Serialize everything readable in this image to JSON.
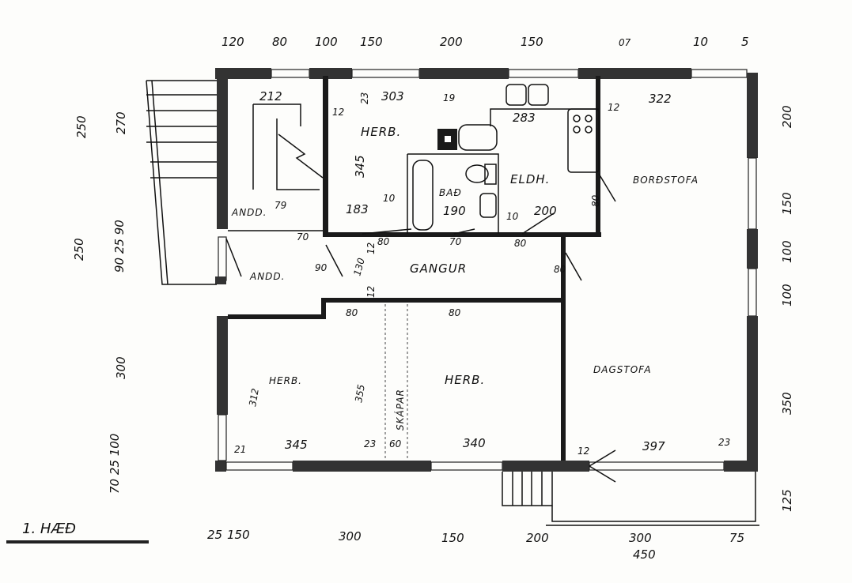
{
  "title": "1. HÆÐ",
  "rooms": {
    "herb_top": "HERB.",
    "bad": "BAÐ",
    "eldh": "ELDH.",
    "bordstofa": "BORÐSTOFA",
    "andd_top": "ANDD.",
    "andd": "ANDD.",
    "gangur": "GANGUR",
    "herb_left": "HERB.",
    "herb_mid": "HERB.",
    "skapar": "SKÁPAR",
    "dagstofa": "DAGSTOFA"
  },
  "dims_top": [
    "120",
    "80",
    "100",
    "150",
    "200",
    "150",
    "07",
    "10",
    "5"
  ],
  "dims_bottom": [
    "25",
    "150",
    "300",
    "150",
    "200",
    "300",
    "450",
    "75"
  ],
  "dims_left": [
    "250",
    "270",
    "250",
    "90 25 90",
    "300",
    "70 25 100"
  ],
  "dims_right": [
    "200",
    "150",
    "100",
    "100",
    "350",
    "125"
  ],
  "room_dims": {
    "stair_w": "212",
    "herb_w": "303",
    "herb_h": "345",
    "herb_12": "12",
    "herb_23": "23",
    "d19": "19",
    "eldh_w": "283",
    "bord_w": "322",
    "bord_12": "12",
    "andd_79": "79",
    "d70a": "70",
    "d183": "183",
    "d10a": "10",
    "d190": "190",
    "d10b": "10",
    "d200": "200",
    "d80a": "80",
    "d70b": "70",
    "d80b": "80",
    "d80c": "80",
    "d80d": "80",
    "d90": "90",
    "d130": "130",
    "d12a": "12",
    "d12b": "12",
    "d80e": "80",
    "d80f": "80",
    "herb_left_h": "312",
    "herb_mid_h": "355",
    "b21": "21",
    "b345": "345",
    "b23a": "23",
    "b60": "60",
    "b340": "340",
    "b12": "12",
    "b397": "397",
    "b23b": "23"
  }
}
